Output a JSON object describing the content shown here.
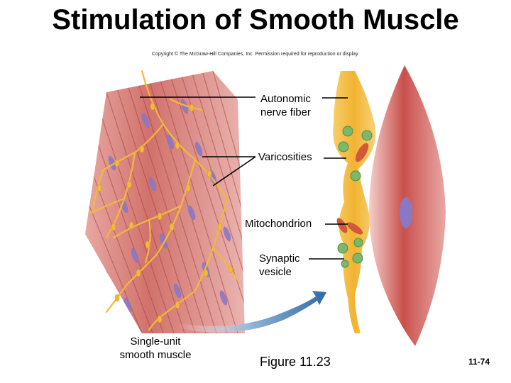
{
  "title": "Stimulation of Smooth Muscle",
  "copyright": "Copyright © The McGraw-Hill Companies, Inc. Permission required for reproduction or display.",
  "labels": {
    "autonomic_line1": "Autonomic",
    "autonomic_line2": "nerve fiber",
    "varicosities": "Varicosities",
    "mitochondrion": "Mitochondrion",
    "synaptic_line1": "Synaptic",
    "synaptic_line2": "vesicle",
    "single_unit_line1": "Single-unit",
    "single_unit_line2": "smooth muscle"
  },
  "figure_caption": "Figure 11.23",
  "slide_number": "11-74",
  "colors": {
    "muscle": "#c9605c",
    "muscle_dark": "#a8403d",
    "nucleus": "#8a78c4",
    "nerve": "#f2b93a",
    "vesicle": "#7ab86a",
    "mitochondrion": "#d2583a",
    "arrow": "#3f79b4"
  }
}
